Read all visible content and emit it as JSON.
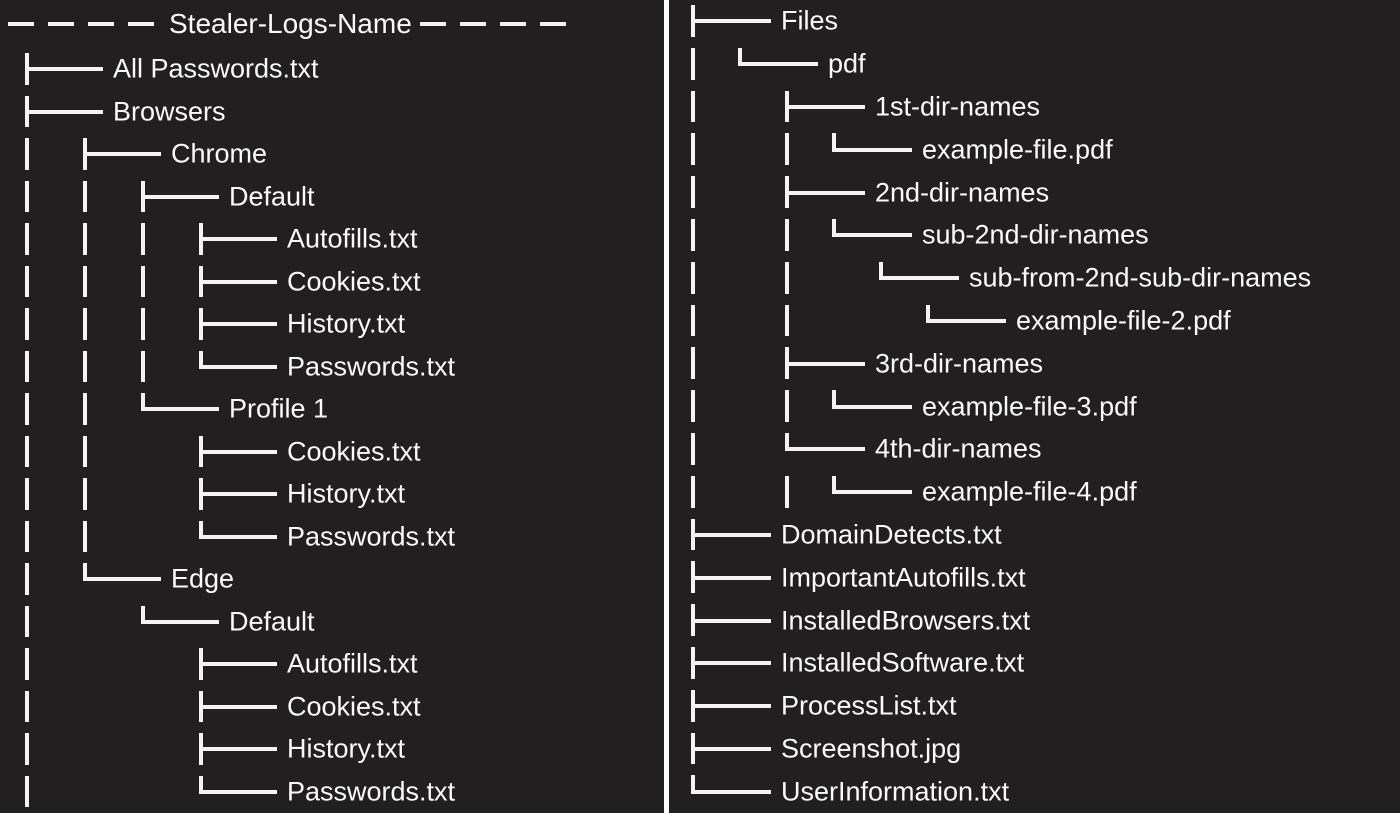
{
  "diagram": {
    "title": "Stealer-Logs-Name",
    "colors": {
      "background": "#221F20",
      "line": "#F5F3F2",
      "text": "#FBFAF9",
      "divider": "#FCFCFC"
    },
    "left_rows": [
      {
        "label": "All Passwords.txt",
        "level": 0,
        "branch": "tee",
        "pipes": []
      },
      {
        "label": "Browsers",
        "level": 0,
        "branch": "tee",
        "pipes": []
      },
      {
        "label": "Chrome",
        "level": 1,
        "branch": "tee",
        "pipes": [
          0
        ]
      },
      {
        "label": "Default",
        "level": 2,
        "branch": "tee",
        "pipes": [
          0,
          1
        ]
      },
      {
        "label": "Autofills.txt",
        "level": 3,
        "branch": "tee",
        "pipes": [
          0,
          1,
          2
        ]
      },
      {
        "label": "Cookies.txt",
        "level": 3,
        "branch": "tee",
        "pipes": [
          0,
          1,
          2
        ]
      },
      {
        "label": "History.txt",
        "level": 3,
        "branch": "tee",
        "pipes": [
          0,
          1,
          2
        ]
      },
      {
        "label": "Passwords.txt",
        "level": 3,
        "branch": "elbow",
        "pipes": [
          0,
          1,
          2
        ]
      },
      {
        "label": "Profile 1",
        "level": 2,
        "branch": "elbow",
        "pipes": [
          0,
          1
        ]
      },
      {
        "label": "Cookies.txt",
        "level": 3,
        "branch": "tee",
        "pipes": [
          0,
          1
        ]
      },
      {
        "label": "History.txt",
        "level": 3,
        "branch": "tee",
        "pipes": [
          0,
          1
        ]
      },
      {
        "label": "Passwords.txt",
        "level": 3,
        "branch": "elbow",
        "pipes": [
          0,
          1
        ]
      },
      {
        "label": "Edge",
        "level": 1,
        "branch": "elbow",
        "pipes": [
          0
        ]
      },
      {
        "label": "Default",
        "level": 2,
        "branch": "elbow",
        "pipes": [
          0
        ]
      },
      {
        "label": "Autofills.txt",
        "level": 3,
        "branch": "tee",
        "pipes": [
          0
        ]
      },
      {
        "label": "Cookies.txt",
        "level": 3,
        "branch": "tee",
        "pipes": [
          0
        ]
      },
      {
        "label": "History.txt",
        "level": 3,
        "branch": "tee",
        "pipes": [
          0
        ]
      },
      {
        "label": "Passwords.txt",
        "level": 3,
        "branch": "elbow",
        "pipes": [
          0
        ]
      }
    ],
    "right_rows": [
      {
        "label": "Files",
        "level": 0,
        "branch": "tee",
        "pipes": []
      },
      {
        "label": "pdf",
        "level": 1,
        "branch": "elbow",
        "pipes": [
          0
        ]
      },
      {
        "label": "1st-dir-names",
        "level": 2,
        "branch": "tee",
        "pipes": [
          0
        ]
      },
      {
        "label": "example-file.pdf",
        "level": 3,
        "branch": "elbow",
        "pipes": [
          0,
          2
        ]
      },
      {
        "label": "2nd-dir-names",
        "level": 2,
        "branch": "tee",
        "pipes": [
          0
        ]
      },
      {
        "label": "sub-2nd-dir-names",
        "level": 3,
        "branch": "elbow",
        "pipes": [
          0,
          2
        ]
      },
      {
        "label": "sub-from-2nd-sub-dir-names",
        "level": 4,
        "branch": "elbow",
        "pipes": [
          0,
          2
        ]
      },
      {
        "label": "example-file-2.pdf",
        "level": 5,
        "branch": "elbow",
        "pipes": [
          0,
          2
        ]
      },
      {
        "label": "3rd-dir-names",
        "level": 2,
        "branch": "tee",
        "pipes": [
          0
        ]
      },
      {
        "label": "example-file-3.pdf",
        "level": 3,
        "branch": "elbow",
        "pipes": [
          0,
          2
        ]
      },
      {
        "label": "4th-dir-names",
        "level": 2,
        "branch": "elbow",
        "pipes": [
          0
        ]
      },
      {
        "label": "example-file-4.pdf",
        "level": 3,
        "branch": "elbow",
        "pipes": [
          0,
          2
        ]
      },
      {
        "label": "DomainDetects.txt",
        "level": 0,
        "branch": "tee",
        "pipes": []
      },
      {
        "label": "ImportantAutofills.txt",
        "level": 0,
        "branch": "tee",
        "pipes": []
      },
      {
        "label": "InstalledBrowsers.txt",
        "level": 0,
        "branch": "tee",
        "pipes": []
      },
      {
        "label": "InstalledSoftware.txt",
        "level": 0,
        "branch": "tee",
        "pipes": []
      },
      {
        "label": "ProcessList.txt",
        "level": 0,
        "branch": "tee",
        "pipes": []
      },
      {
        "label": "Screenshot.jpg",
        "level": 0,
        "branch": "tee",
        "pipes": []
      },
      {
        "label": "UserInformation.txt",
        "level": 0,
        "branch": "elbow",
        "pipes": []
      }
    ]
  }
}
